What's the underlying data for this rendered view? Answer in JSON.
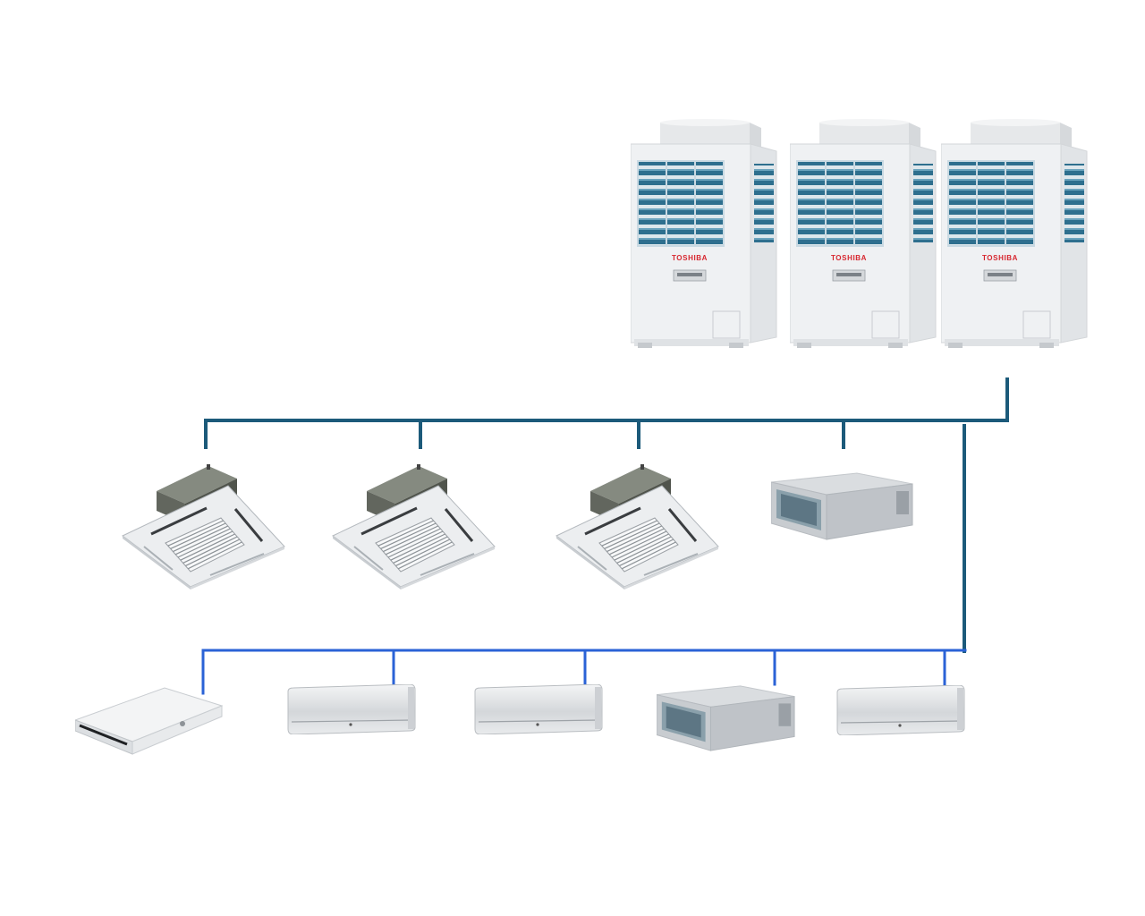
{
  "outdoor_units": [
    {
      "brand": "TOSHIBA",
      "icon": "outdoor-unit-icon"
    },
    {
      "brand": "TOSHIBA",
      "icon": "outdoor-unit-icon"
    },
    {
      "brand": "TOSHIBA",
      "icon": "outdoor-unit-icon"
    }
  ],
  "indoor_units_upper": [
    {
      "icon": "cassette-unit-icon"
    },
    {
      "icon": "cassette-unit-icon"
    },
    {
      "icon": "cassette-unit-icon"
    },
    {
      "icon": "ducted-unit-icon"
    }
  ],
  "indoor_units_lower": [
    {
      "icon": "ceiling-suspended-unit-icon"
    },
    {
      "icon": "wall-mounted-unit-icon"
    },
    {
      "icon": "wall-mounted-unit-icon"
    },
    {
      "icon": "ducted-unit-icon"
    },
    {
      "icon": "wall-mounted-unit-icon"
    }
  ],
  "colors": {
    "main_pipe": "#1c5a7a",
    "branch_pipe": "#2a62d6",
    "brand": "#d7262e"
  }
}
